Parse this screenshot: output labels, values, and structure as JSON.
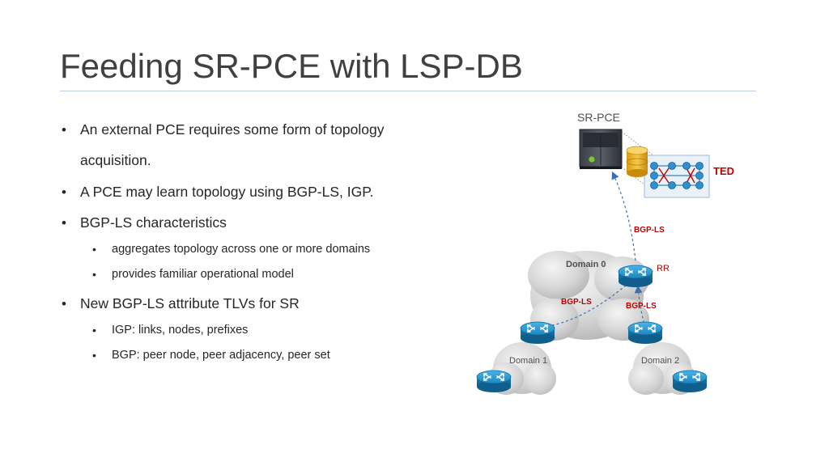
{
  "title": "Feeding SR-PCE with LSP-DB",
  "bullets": {
    "b1_line1": "An external PCE requires some form of topology",
    "b1_line2": "acquisition.",
    "b2": "A PCE may learn topology using BGP-LS, IGP.",
    "b3": "BGP-LS characteristics",
    "b3_sub1": "aggregates topology across one or more domains",
    "b3_sub2": "provides familiar operational model",
    "b4": "New BGP-LS attribute TLVs for SR",
    "b4_sub1": "IGP: links, nodes, prefixes",
    "b4_sub2": "BGP: peer node, peer adjacency, peer set",
    "bullet_symbol": "•"
  },
  "diagram": {
    "sr_pce_label": "SR-PCE",
    "ted_label": "TED",
    "bgp_ls_top": "BGP-LS",
    "bgp_ls_left": "BGP-LS",
    "bgp_ls_right": "BGP-LS",
    "rr_label": "RR",
    "domain0_label": "Domain 0",
    "domain1_label": "Domain 1",
    "domain2_label": "Domain 2",
    "colors": {
      "red_label": "#c00000",
      "router_blue": "#1e8fc4",
      "cloud": "#d9d9d9",
      "arrow": "#3a6fb0"
    }
  }
}
